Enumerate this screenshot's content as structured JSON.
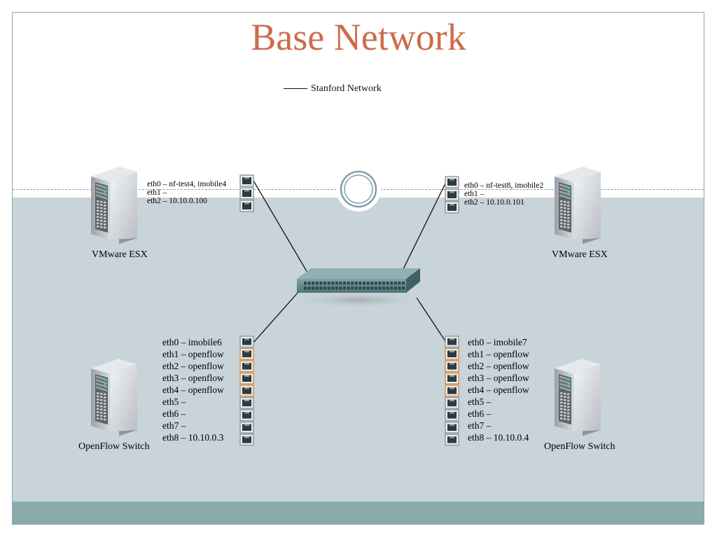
{
  "title": "Base Network",
  "legend": {
    "label": "Stanford Network"
  },
  "esx_left": {
    "caption": "VMware ESX",
    "interfaces": [
      "eth0 –  nf-test4, imobile4",
      "eth1 –",
      "eth2 –  10.10.0.100"
    ]
  },
  "esx_right": {
    "caption": "VMware ESX",
    "interfaces": [
      "eth0 – nf-test8, imobile2",
      "eth1 –",
      "eth2 –  10.10.0.101"
    ]
  },
  "of_left": {
    "caption": "OpenFlow Switch",
    "interfaces": [
      "eth0 – imobile6",
      "eth1 – openflow",
      "eth2 – openflow",
      "eth3 – openflow",
      "eth4 – openflow",
      "eth5 –",
      "eth6 –",
      "eth7 –",
      "eth8 – 10.10.0.3"
    ]
  },
  "of_right": {
    "caption": "OpenFlow Switch",
    "interfaces": [
      "eth0 – imobile7",
      "eth1 – openflow",
      "eth2 – openflow",
      "eth3 – openflow",
      "eth4 – openflow",
      "eth5 –",
      "eth6 –",
      "eth7 –",
      "eth8 – 10.10.0.4"
    ]
  },
  "colors": {
    "title": "#cc6b4b",
    "lower_band": "#c8d3da",
    "footer": "#8aabaa",
    "switch": "#5b7f86",
    "openflow_port": "#d98a3c"
  }
}
